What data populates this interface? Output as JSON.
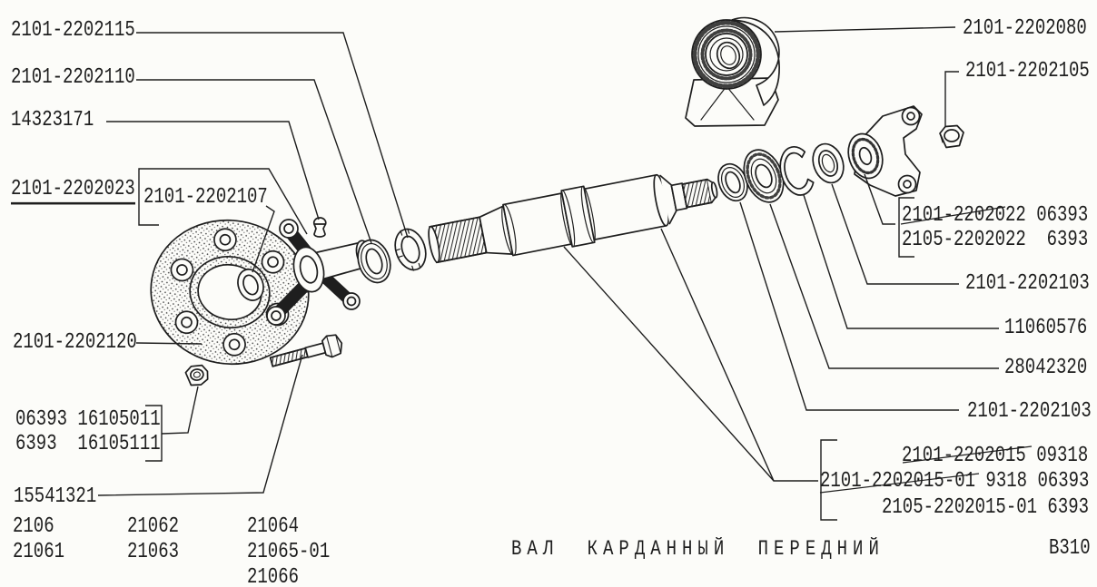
{
  "caption": "ВАЛ КАРДАННЫЙ ПЕРЕДНИЙ",
  "sheet_code": "В310",
  "colors": {
    "ink": "#1e1e1e",
    "paper": "#fcfcf9"
  },
  "callouts": {
    "c2202115": "2101-2202115",
    "c2202110": "2101-2202110",
    "c14323171": "14323171",
    "c2202023": "2101-2202023",
    "c2202107": "2101-2202107",
    "c2202120": "2101-2202120",
    "nut_group": {
      "line1": "06393 16105011",
      "line2": "6393  16105111"
    },
    "c15541321": "15541321",
    "c2202080": "2101-2202080",
    "c2202105": "2101-2202105",
    "flange_group": {
      "line1": "2101-2202022 06393",
      "line2": "2105-2202022  6393"
    },
    "c2202103_upper": "2101-2202103",
    "c11060576": "11060576",
    "c28042320": "28042320",
    "c2202103_lower": "2101-2202103",
    "shaft_group": {
      "line1": "2101-2202015 09318",
      "line2": "2101-2202015-01 9318 06393",
      "line3": "2105-2202015-01 6393"
    }
  },
  "models": {
    "col1": [
      "2106",
      "21061"
    ],
    "col2": [
      "21062",
      "21063"
    ],
    "col3": [
      "21064",
      "21065-01",
      "21066"
    ]
  }
}
